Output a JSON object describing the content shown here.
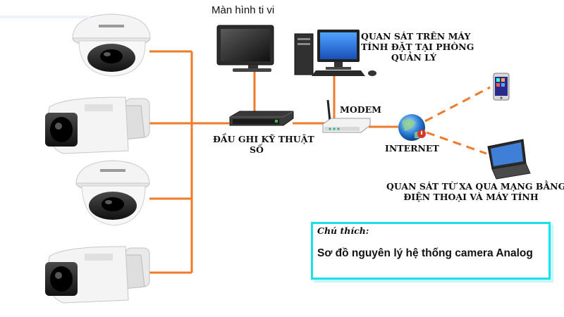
{
  "labels": {
    "tv": "Màn hình ti vi",
    "pc_line1": "QUAN SÁT TRÊN MÁY",
    "pc_line2": "TÍNH ĐẶT TẠI PHÒNG",
    "pc_line3": "QUẢN LÝ",
    "modem": "MODEM",
    "dvr_line1": "ĐẦU GHI KỸ THUẬT",
    "dvr_line2": "SỐ",
    "internet": "INTERNET",
    "remote_line1": "QUAN SÁT TỪ XA QUA MẠNG BẰNG",
    "remote_line2": "ĐIỆN THOẠI VÀ MÁY TÍNH"
  },
  "legend": {
    "title": "Chú thích:",
    "text": "Sơ đồ nguyên lý hệ thống camera Analog"
  },
  "colors": {
    "wire": "#ef7a2a",
    "legend_border": "#19e0ea",
    "camera_body": "#f2f2f2",
    "camera_lens": "#2a2a2a"
  },
  "icons": [
    "dome-camera-icon",
    "bullet-camera-icon",
    "tv-icon",
    "desktop-computer-icon",
    "dvr-recorder-icon",
    "modem-icon",
    "globe-icon",
    "smartphone-icon",
    "laptop-icon"
  ]
}
